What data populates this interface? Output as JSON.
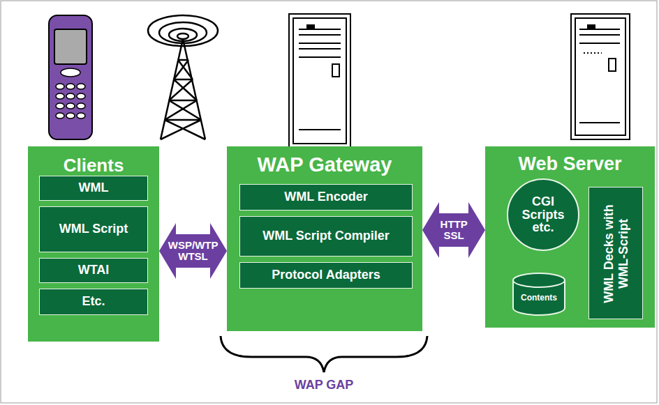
{
  "diagram": {
    "nodes": [
      {
        "text": [
          "Clients"
        ]
      },
      {
        "text": [
          "WML"
        ],
        "in": 0
      },
      {
        "text": [
          "WML Script"
        ],
        "in": 0
      },
      {
        "text": [
          "WTAI"
        ],
        "in": 0
      },
      {
        "text": [
          "Etc."
        ],
        "in": 0
      },
      {
        "text": [
          "WAP Gateway"
        ]
      },
      {
        "text": [
          "WML Encoder"
        ],
        "in": 5
      },
      {
        "text": [
          "WML Script Compiler"
        ],
        "in": 5
      },
      {
        "text": [
          "Protocol Adapters"
        ],
        "in": 5
      },
      {
        "text": [
          "Web Server"
        ]
      },
      {
        "text": [
          "CGI Scripts etc."
        ],
        "in": 9
      },
      {
        "text": [
          "Contents"
        ],
        "in": 9
      },
      {
        "text": [
          "WML Decks with WML-Script"
        ],
        "in": 9
      }
    ],
    "edges": [
      {
        "from": 0,
        "to": 5,
        "label": "WSP/WTP WTSL",
        "arrow": "both"
      },
      {
        "from": 5,
        "to": 9,
        "label": "HTTP SSL",
        "arrow": "both"
      }
    ],
    "labels": [
      "WAP GAP"
    ]
  }
}
